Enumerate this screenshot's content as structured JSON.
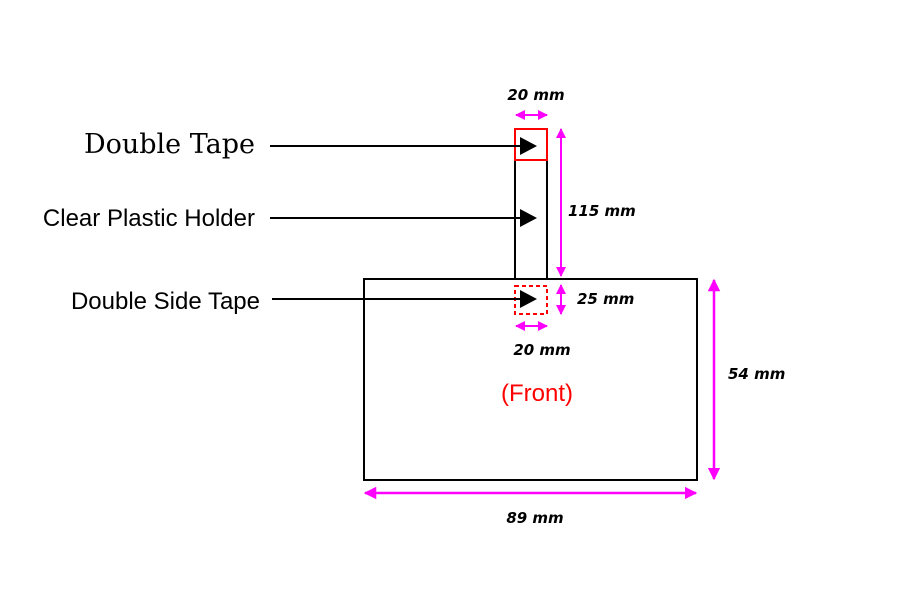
{
  "labels": {
    "double_tape": "Double Tape",
    "clear_plastic_holder": "Clear Plastic Holder",
    "double_side_tape": "Double Side Tape",
    "front": "(Front)"
  },
  "dimensions": {
    "holder_width_top": "20 mm",
    "holder_length": "115 mm",
    "tape_height": "25 mm",
    "tape_width_bottom": "20 mm",
    "card_height": "54 mm",
    "card_width": "89 mm"
  },
  "colors": {
    "dimension": "#ff00ff",
    "tape": "#ff0000",
    "outline": "#000000",
    "front_text": "#ff0000"
  }
}
